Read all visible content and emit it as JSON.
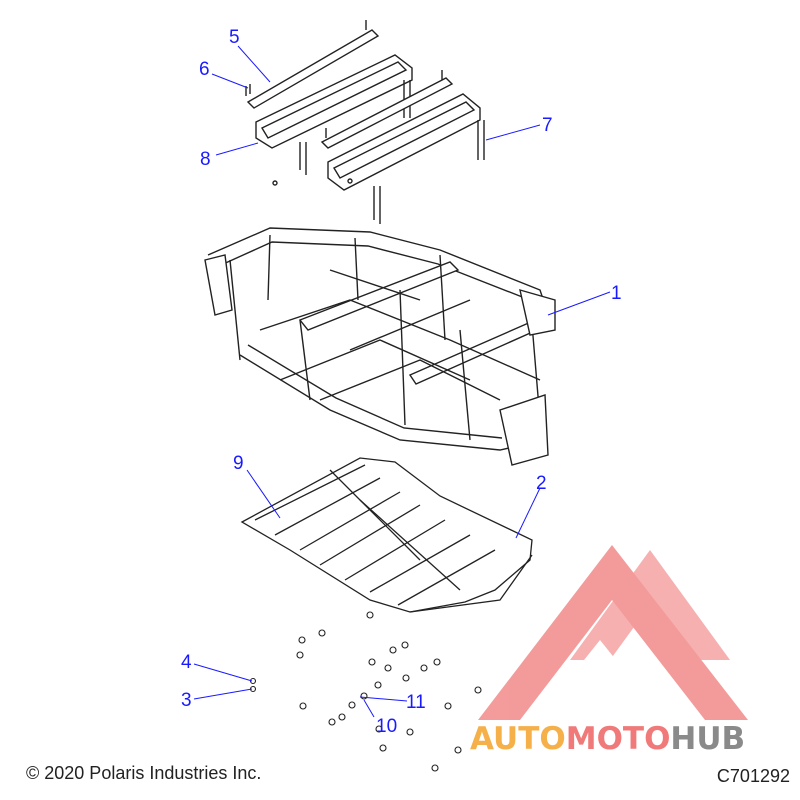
{
  "diagram": {
    "callouts": [
      "1",
      "2",
      "3",
      "4",
      "5",
      "6",
      "7",
      "8",
      "9",
      "10",
      "11"
    ],
    "copyright": "© 2020 Polaris Industries Inc.",
    "diagram_id": "C701292"
  },
  "watermark": {
    "part1": "AUTO",
    "part2": "MOTO",
    "part3": "HUB",
    "colors": {
      "auto": "#f5b04a",
      "moto": "#f07a7a",
      "hub": "#8a8a8a",
      "logo": "#f07a7a"
    }
  }
}
